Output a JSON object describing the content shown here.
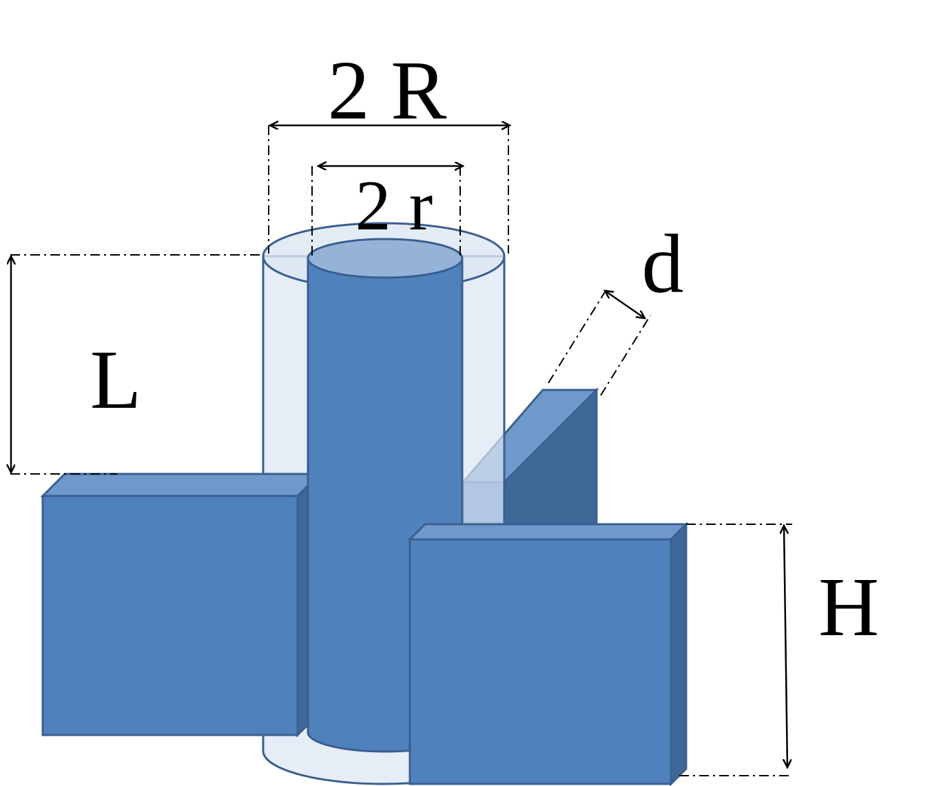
{
  "labels": {
    "outer_diameter": "2 R",
    "inner_diameter": "2 r",
    "length": "L",
    "thickness": "d",
    "height": "H"
  },
  "colors": {
    "fill": "#4f81bd",
    "fill_top": "#6f99cb",
    "fill_side": "#3f6898",
    "fill_cap": "#95b3d7",
    "shell": "#dce6f2",
    "edge": "#3a5f8f"
  }
}
